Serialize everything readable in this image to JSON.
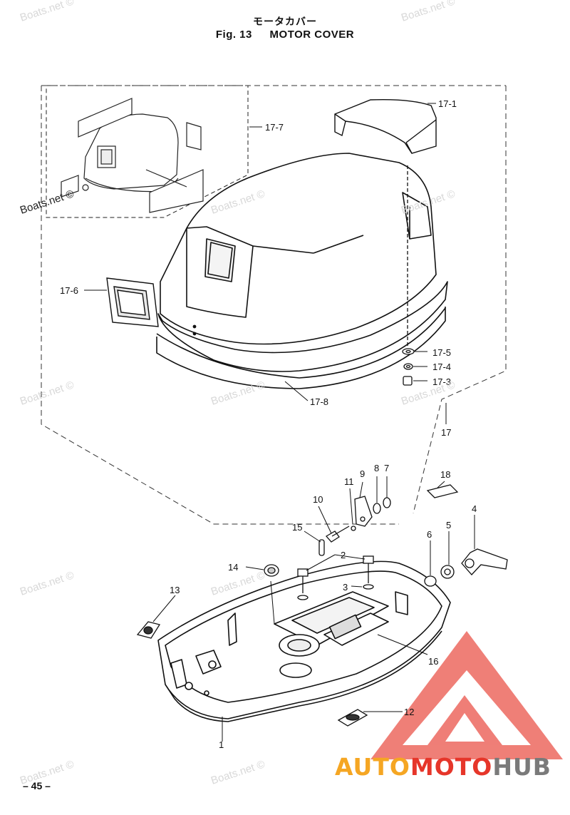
{
  "header": {
    "title_jp": "モータカバー",
    "fig_label": "Fig. 13",
    "fig_title": "MOTOR COVER"
  },
  "labels": {
    "l17_1": "17-1",
    "l17_7": "17-7",
    "l17_6": "17-6",
    "l17_5": "17-5",
    "l17_4": "17-4",
    "l17_3": "17-3",
    "l17_8": "17-8",
    "l17": "17",
    "l18": "18",
    "l9": "9",
    "l8": "8",
    "l7": "7",
    "l11": "11",
    "l10": "10",
    "l4": "4",
    "l15": "15",
    "l6": "6",
    "l5": "5",
    "l2": "2",
    "l14": "14",
    "l3": "3",
    "l13": "13",
    "l16": "16",
    "l12": "12",
    "l1": "1"
  },
  "watermark": {
    "text": "Boats.net ©"
  },
  "footer": {
    "page_number": "– 45 –"
  },
  "logo": {
    "part1": "AUTO",
    "part2": "MOTO",
    "part3": "HUB",
    "color1": "#f5a623",
    "color2": "#e6362a",
    "color3": "#7a7a7a"
  }
}
